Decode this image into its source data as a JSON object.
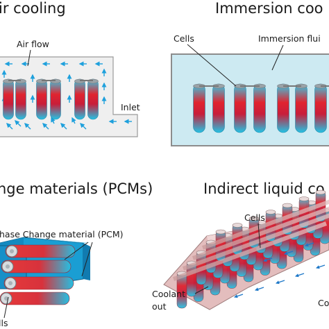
{
  "panels": {
    "air": {
      "title": "ir cooling",
      "air_flow_label": "Air flow",
      "inlet_label": "Inlet"
    },
    "immersion": {
      "title": "Immersion coo",
      "cells_label": "Cells",
      "fluid_label": "Immersion flui"
    },
    "pcm": {
      "title": "nge materials (PCMs)",
      "material_label": "hase Change material (PCM)",
      "cells_label": "lls"
    },
    "indirect": {
      "title": "Indirect liquid co",
      "cells_label": "Cells",
      "coolant_out_line1": "Coolant",
      "coolant_out_line2": "out",
      "coolant_in_label": "Co"
    }
  },
  "colors": {
    "cell_cyan": "#22c4e6",
    "cell_red": "#e0242f",
    "air_arrow": "#1ea0dc",
    "air_panel": "#efefef",
    "immersion_fluid": "#cdeaf2",
    "pcm_blue": "#1a9ed3",
    "cold_plate": "#cfa3a3"
  }
}
